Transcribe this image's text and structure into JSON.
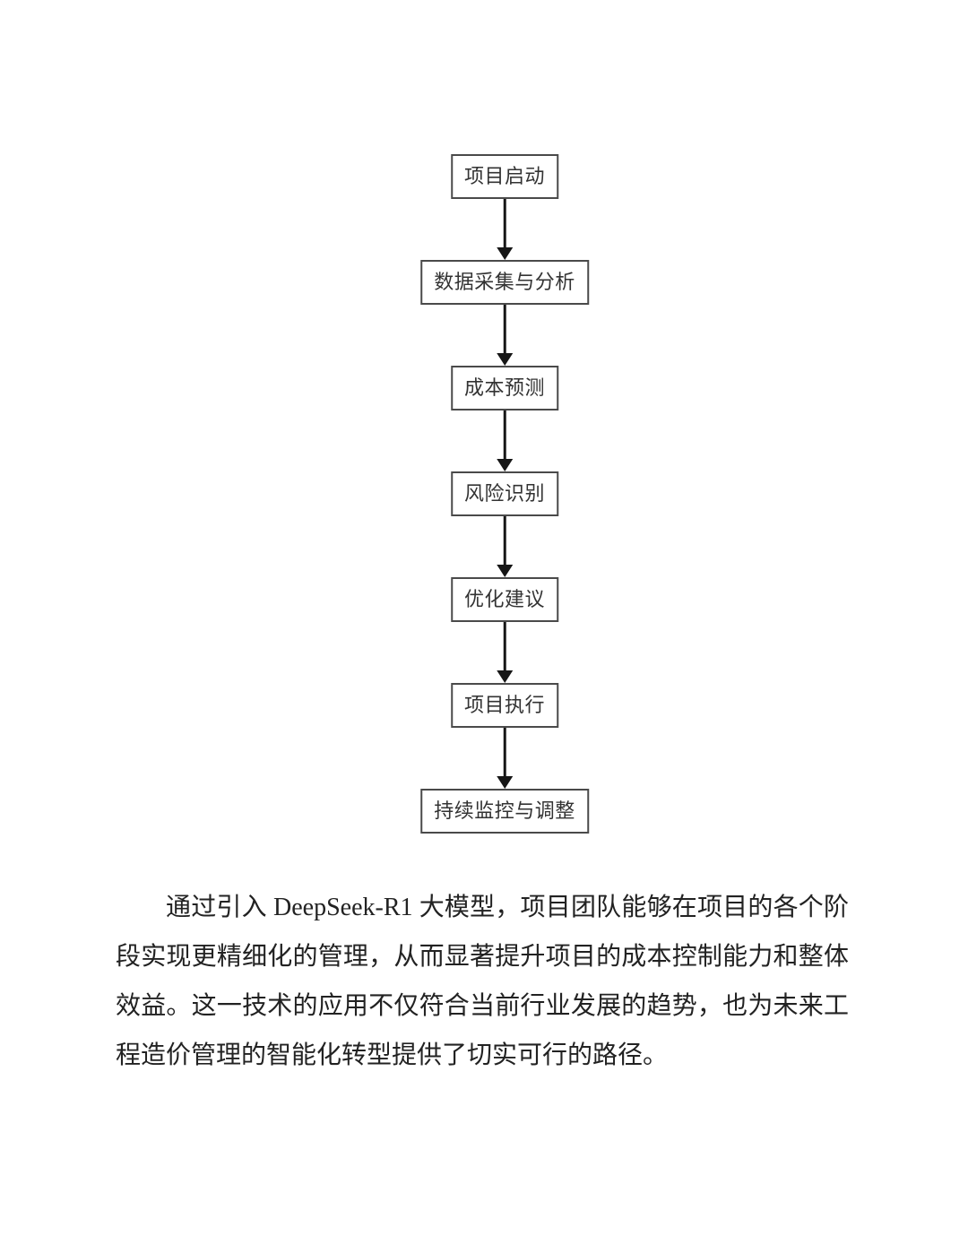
{
  "page": {
    "background_color": "#ffffff",
    "text_color": "#222222"
  },
  "flowchart": {
    "direction": "top-to-bottom",
    "border_color": "#4a4a4a",
    "arrow_color": "#161616",
    "steps": [
      {
        "label": "项目启动"
      },
      {
        "label": "数据采集与分析"
      },
      {
        "label": "成本预测"
      },
      {
        "label": "风险识别"
      },
      {
        "label": "优化建议"
      },
      {
        "label": "项目执行"
      },
      {
        "label": "持续监控与调整"
      }
    ]
  },
  "paragraph": {
    "lines": [
      "通过引入 DeepSeek-R1 大模型，项目团队能够在项目的各个阶",
      "段实现更精细化的管理，从而显著提升项目的成本控制能力和整体",
      "效益。这一技术的应用不仅符合当前行业发展的趋势，也为未来工",
      "程造价管理的智能化转型提供了切实可行的路径。"
    ]
  }
}
